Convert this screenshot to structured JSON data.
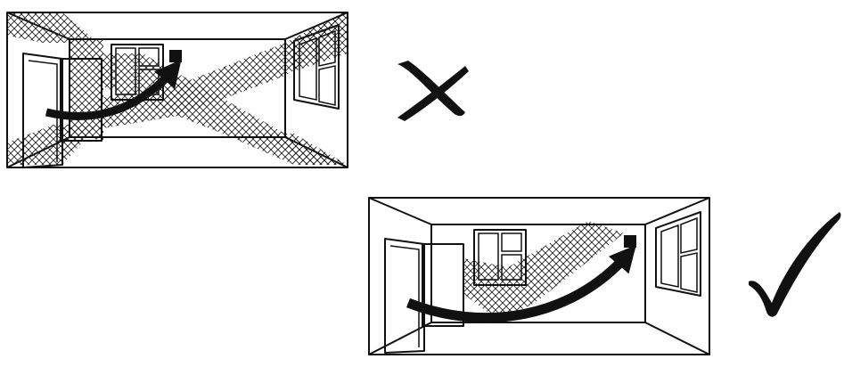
{
  "diagram": {
    "panels": [
      {
        "id": "bad",
        "verdict": "incorrect",
        "mark_icon": "cross-mark-icon"
      },
      {
        "id": "good",
        "verdict": "correct",
        "mark_icon": "check-mark-icon"
      }
    ],
    "colors": {
      "line": "#111111",
      "hatch": "#111111",
      "background": "#ffffff"
    }
  }
}
